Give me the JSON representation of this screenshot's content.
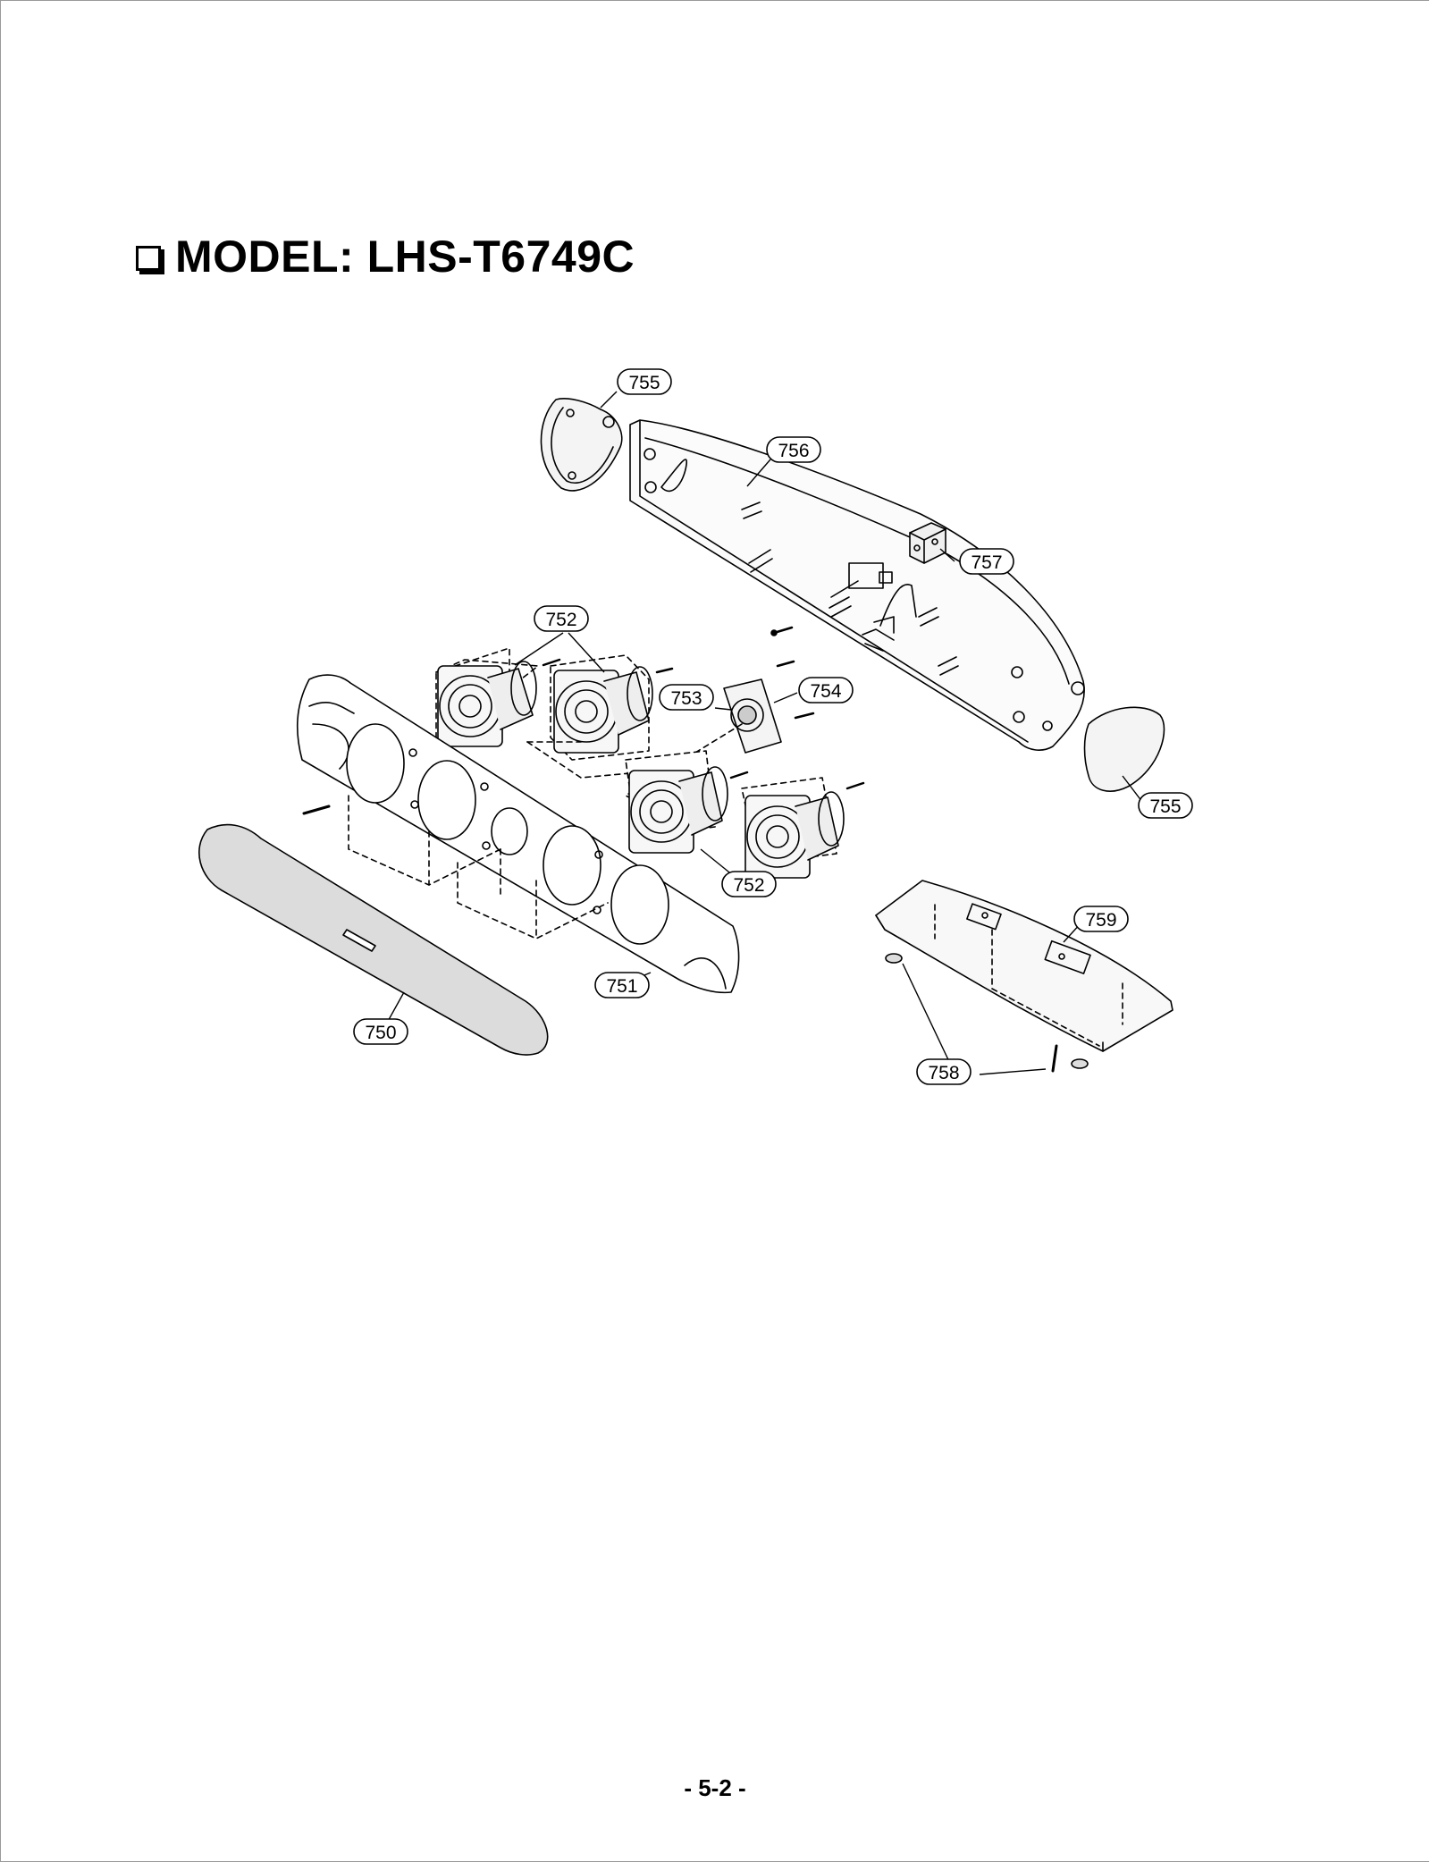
{
  "header": {
    "title": "MODEL: LHS-T6749C"
  },
  "callouts": [
    "755",
    "756",
    "757",
    "752",
    "753",
    "754",
    "755",
    "752",
    "759",
    "751",
    "750",
    "758"
  ],
  "footer": {
    "page_number": "- 5-2 -"
  }
}
